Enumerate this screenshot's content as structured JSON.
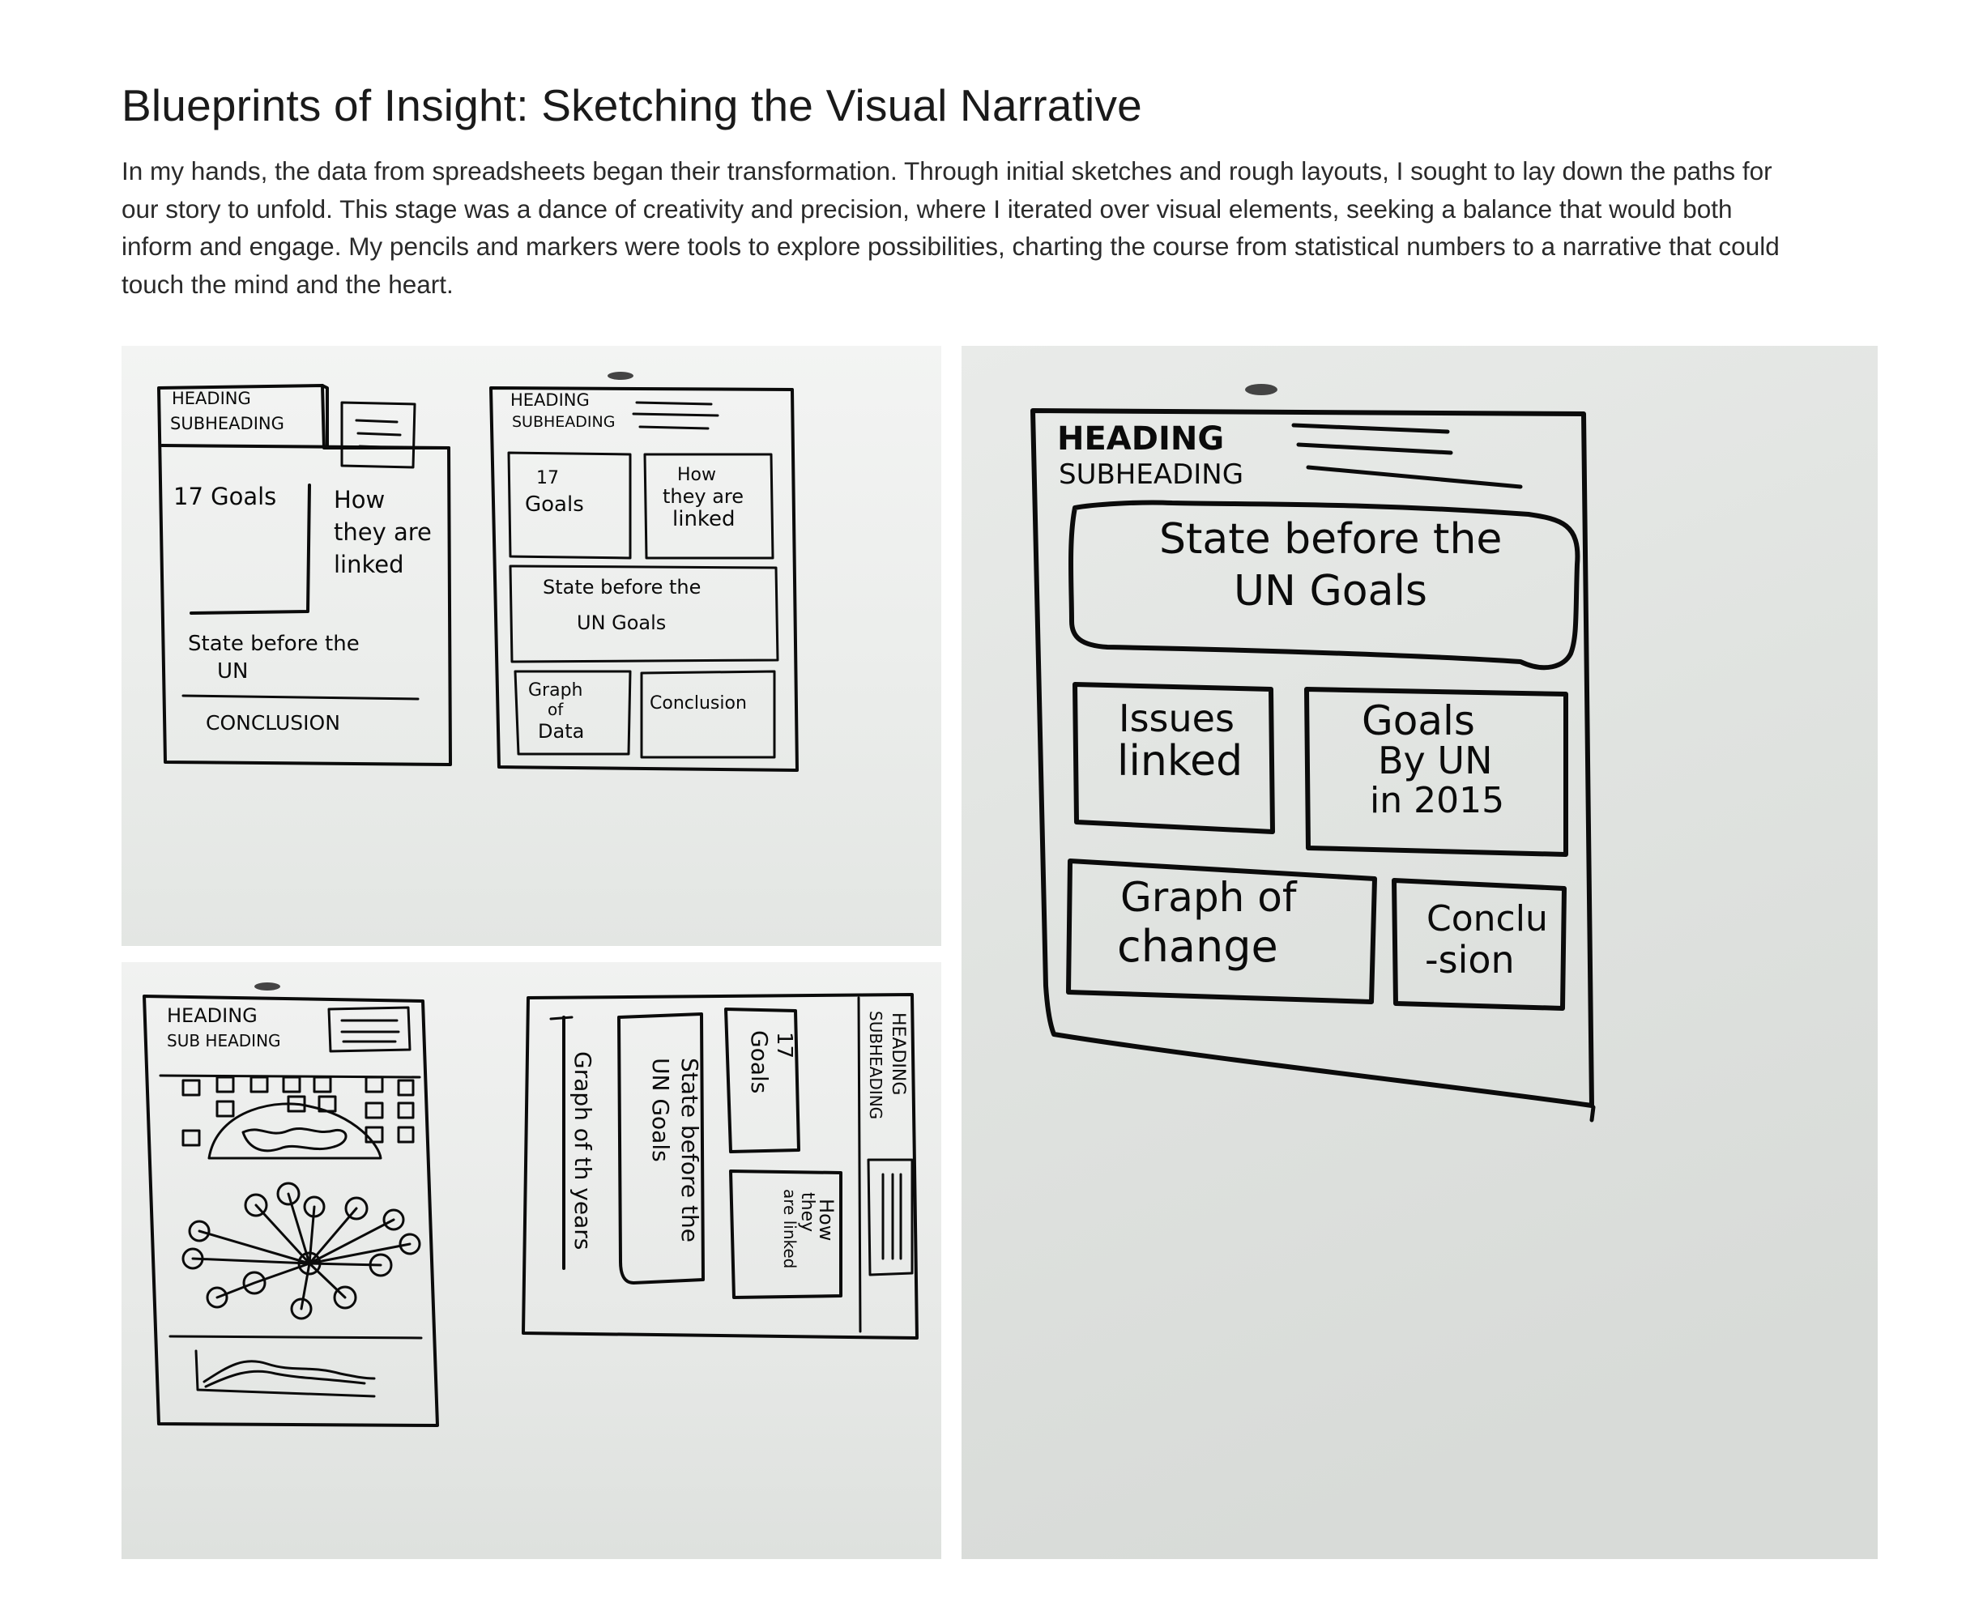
{
  "page": {
    "title": "Blueprints of Insight: Sketching the Visual Narrative",
    "intro": "In my hands, the data from spreadsheets began their transformation. Through initial sketches and rough layouts, I sought to lay down the paths for our story to unfold. This stage was a dance of creativity and precision, where I iterated over visual elements, seeking a balance that would both inform and engage. My pencils and markers were tools to explore possibilities, charting the course from statistical numbers to a narrative that could touch the mind and the heart."
  },
  "sketch_a": {
    "heading": "HEADING",
    "subheading": "SUBHEADING",
    "goals": "17 Goals",
    "linked_1": "How",
    "linked_2": "they are",
    "linked_3": "linked",
    "state_1": "State before the",
    "state_2": "UN",
    "conclusion": "CONCLUSION"
  },
  "sketch_b": {
    "heading": "HEADING",
    "subheading": "SUBHEADING",
    "goals_1": "17",
    "goals_2": "Goals",
    "linked_1": "How",
    "linked_2": "they are",
    "linked_3": "linked",
    "state_1": "State before the",
    "state_2": "UN Goals",
    "graph_1": "Graph",
    "graph_2": "of",
    "graph_3": "Data",
    "conclusion": "Conclusion"
  },
  "sketch_c": {
    "heading": "HEADING",
    "subheading": "SUB HEADING"
  },
  "sketch_d": {
    "heading": "HEADING",
    "subheading": "SUBHEADING",
    "goals_1": "17",
    "goals_2": "Goals",
    "state_1": "State before the",
    "state_2": "UN Goals",
    "graph": "Graph of th years",
    "linked_1": "How",
    "linked_2": "they",
    "linked_3": "are linked"
  },
  "sketch_e": {
    "heading": "HEADING",
    "subheading": "SUBHEADING",
    "state_1": "State before the",
    "state_2": "UN Goals",
    "issues_1": "Issues",
    "issues_2": "linked",
    "goals_1": "Goals",
    "goals_2": "By UN",
    "goals_3": "in 2015",
    "graph_1": "Graph of",
    "graph_2": "change",
    "conclusion_1": "Conclu",
    "conclusion_2": "-sion"
  },
  "colors": {
    "paper_top": "#f2f3f2",
    "paper_mid": "#e6e8e6",
    "paper_bottom": "#dcdfdc",
    "ink": "#0b0b0b",
    "title_text": "#1a1a1a",
    "body_text": "#2a2a2a"
  }
}
